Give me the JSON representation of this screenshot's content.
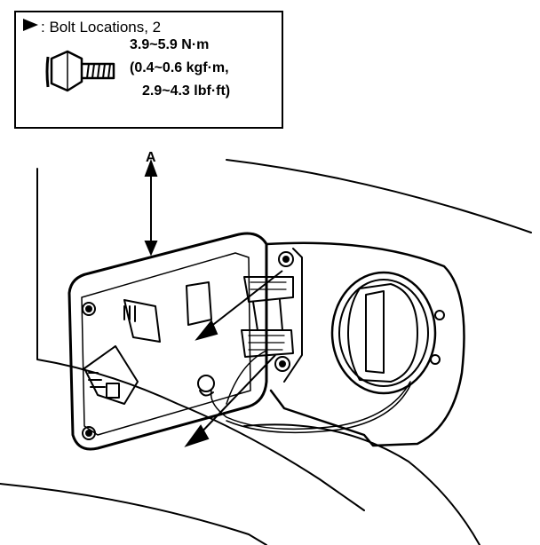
{
  "legend": {
    "arrow_icon": "filled-triangle-arrow-icon",
    "bolt_locations_label": ": Bolt Locations, 2",
    "bolt_icon": "flange-bolt-icon",
    "torque_nm": "3.9~5.9 N·m",
    "torque_kgf": "(0.4~0.6 kgf·m,",
    "torque_lbf": "2.9~4.3 lbf·ft)"
  },
  "callouts": {
    "a": "A"
  },
  "colors": {
    "line": "#000000",
    "background": "#ffffff"
  }
}
